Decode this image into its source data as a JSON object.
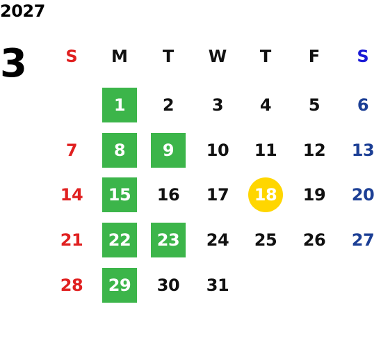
{
  "calendar": {
    "year": "2027",
    "month": "3",
    "weekdays": [
      "S",
      "M",
      "T",
      "W",
      "T",
      "F",
      "S"
    ],
    "weekday_colors": [
      "#e02020",
      "#111111",
      "#111111",
      "#111111",
      "#111111",
      "#111111",
      "#1a1ad6"
    ],
    "colors": {
      "sunday": "#e02020",
      "saturday": "#1c3f95",
      "weekday": "#111111",
      "highlight_bg": "#3cb54a",
      "highlight_text": "#ffffff",
      "today_bg": "#ffd600",
      "today_text": "#ffffff"
    },
    "first_weekday_index": 1,
    "days_in_month": 31,
    "highlighted_days": [
      1,
      8,
      9,
      15,
      22,
      23,
      29
    ],
    "today": 18
  }
}
